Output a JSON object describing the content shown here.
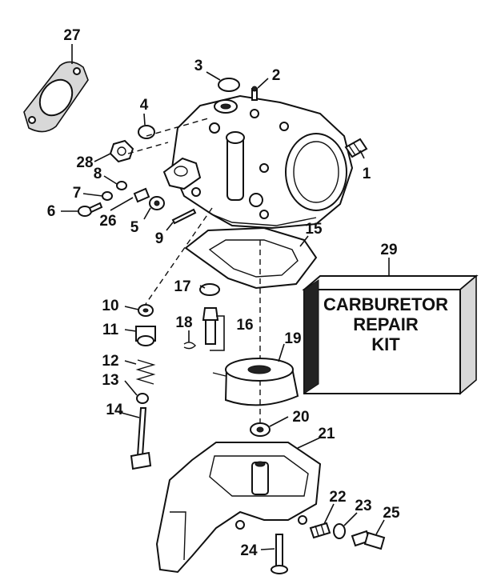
{
  "kit": {
    "part_number": "29",
    "lines": [
      "CARBURETOR",
      "REPAIR",
      "KIT"
    ]
  },
  "callouts": {
    "c1": "1",
    "c2": "2",
    "c3": "3",
    "c4": "4",
    "c5": "5",
    "c6": "6",
    "c7": "7",
    "c8": "8",
    "c9": "9",
    "c10": "10",
    "c11": "11",
    "c12": "12",
    "c13": "13",
    "c14": "14",
    "c15": "15",
    "c16": "16",
    "c17": "17",
    "c18": "18",
    "c19": "19",
    "c20": "20",
    "c21": "21",
    "c22": "22",
    "c23": "23",
    "c24": "24",
    "c25": "25",
    "c26": "26",
    "c27": "27",
    "c28": "28"
  },
  "colors": {
    "ink": "#111111",
    "paper": "#ffffff",
    "shade": "#d8d8d8"
  }
}
